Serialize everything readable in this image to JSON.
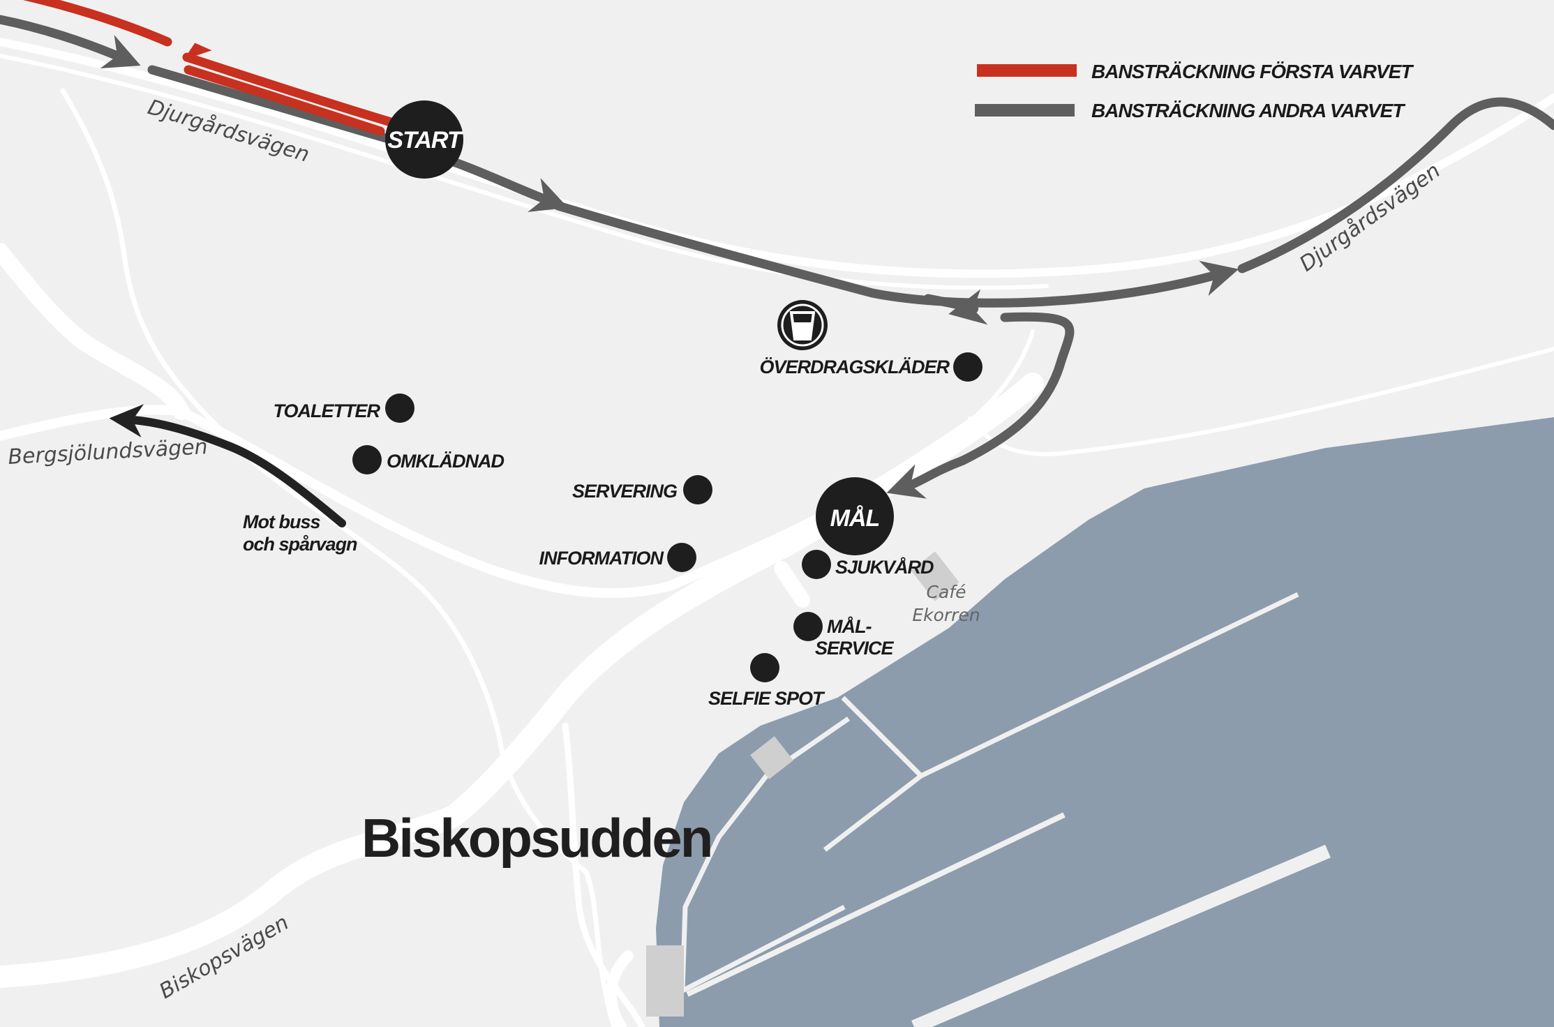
{
  "legend": {
    "first_lap": {
      "label": "BANSTRÄCKNING FÖRSTA VARVET",
      "color": "#c8301f"
    },
    "second_lap": {
      "label": "BANSTRÄCKNING ANDRA VARVET",
      "color": "#5e5e5e"
    }
  },
  "colors": {
    "background": "#f0f0f0",
    "water": "#8c9cad",
    "road": "#ffffff",
    "poi": "#1e1e1e",
    "building": "#cfcfcf"
  },
  "markers": {
    "start": "START",
    "finish": "MÅL"
  },
  "place_name": "Biskopsudden",
  "roads": {
    "djurgardsvagen_west": "Djurgårdsvägen",
    "djurgardsvagen_east": "Djurgårdsvägen",
    "bergsjolundsvagen": "Bergsjölundsvägen",
    "biskopsvagen": "Biskopsvägen"
  },
  "transit_note": {
    "line1": "Mot buss",
    "line2": "och spårvagn"
  },
  "pois": {
    "toaletter": "TOALETTER",
    "omkladnad": "OMKLÄDNAD",
    "servering": "SERVERING",
    "information": "INFORMATION",
    "overdragsklader": "ÖVERDRAGSKLÄDER",
    "sjukvard": "SJUKVÅRD",
    "malservice_line1": "MÅL-",
    "malservice_line2": "SERVICE",
    "selfie_spot": "SELFIE SPOT"
  },
  "cafe": {
    "line1": "Café",
    "line2": "Ekorren"
  },
  "icons": {
    "water_station": "drink-cup-icon",
    "poi_dot": "poi-dot-icon"
  }
}
